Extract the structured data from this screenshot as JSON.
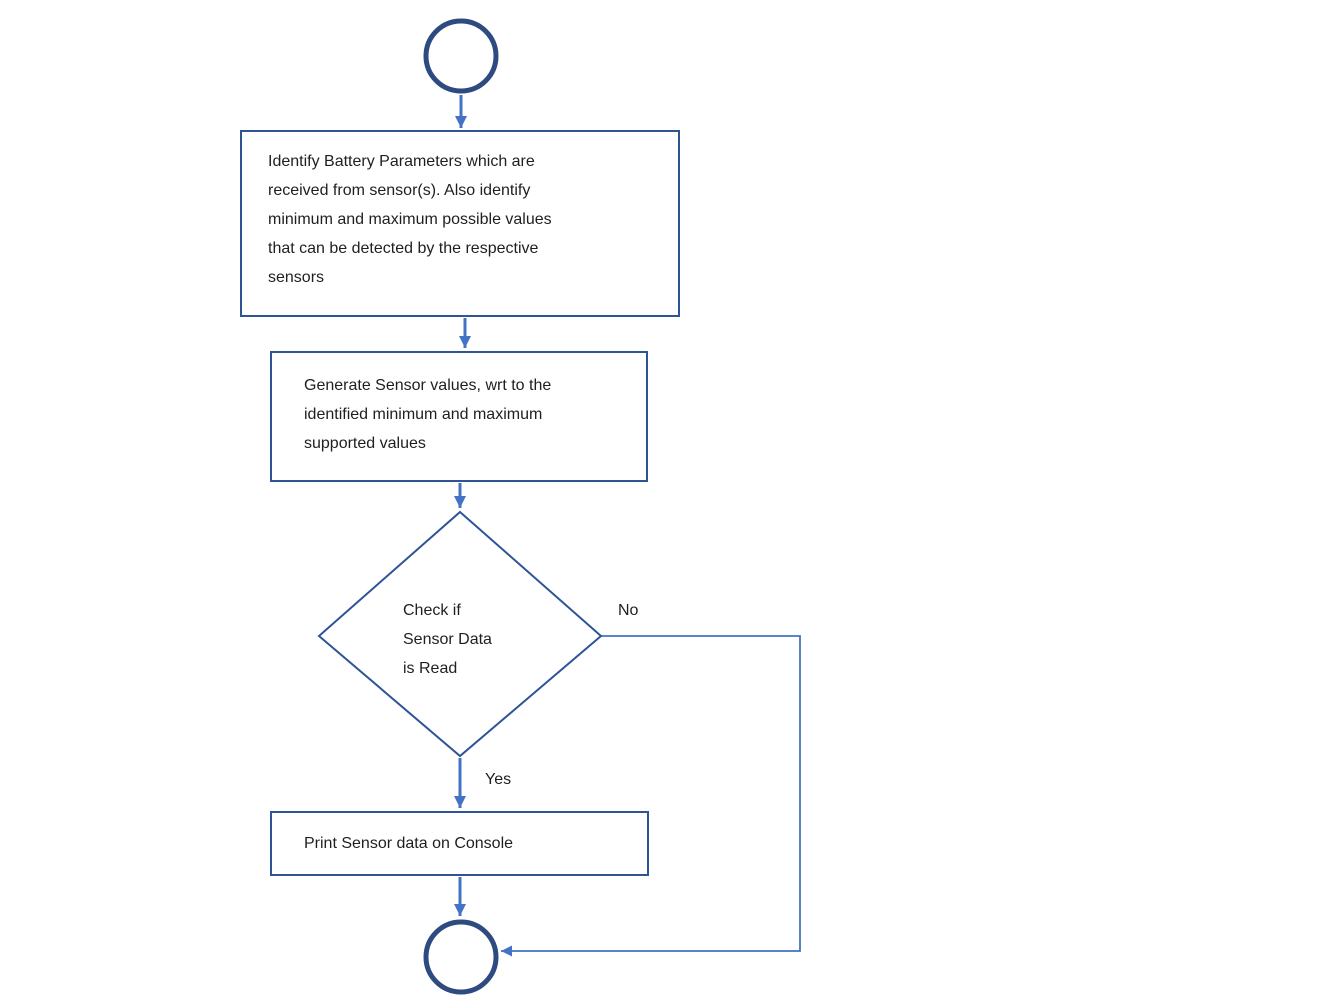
{
  "diagram": {
    "type": "flowchart",
    "colors": {
      "terminator_stroke": "#2d4b80",
      "process_stroke": "#2f5496",
      "connector": "#4472c4",
      "text": "#1f1f1f"
    },
    "nodes": {
      "identify": {
        "type": "process",
        "lines": [
          "Identify Battery Parameters which are",
          "received from sensor(s). Also identify",
          "minimum and maximum possible values",
          "that can be detected by the respective",
          "sensors"
        ]
      },
      "generate": {
        "type": "process",
        "lines": [
          "Generate Sensor values, wrt to the",
          "identified minimum and maximum",
          "supported values"
        ]
      },
      "decision": {
        "type": "decision",
        "lines": [
          "Check if",
          "Sensor Data",
          "is Read"
        ]
      },
      "print": {
        "type": "process",
        "lines": [
          "Print Sensor data on Console"
        ]
      }
    },
    "edge_labels": {
      "no": "No",
      "yes": "Yes"
    }
  }
}
